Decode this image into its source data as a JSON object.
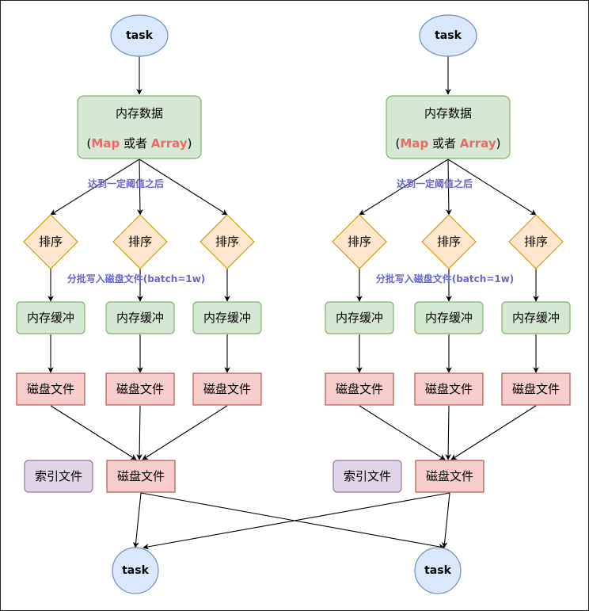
{
  "nodes": {
    "task_source": "task",
    "task_target": "task",
    "memory_data_title": "内存数据",
    "memory_data_paren_open": "(",
    "memory_data_map": "Map",
    "memory_data_or": " 或者 ",
    "memory_data_array": "Array",
    "memory_data_paren_close": ")",
    "sort": "排序",
    "memory_buffer": "内存缓冲",
    "disk_file": "磁盘文件",
    "index_file": "索引文件"
  },
  "edge_labels": {
    "threshold": "达到一定阈值之后",
    "batch_write": "分批写入磁盘文件(batch=1w)"
  },
  "colors": {
    "task_fill": "#dae8fc",
    "task_stroke": "#6c8ebf",
    "green_fill": "#d5e8d4",
    "green_stroke": "#82b366",
    "diamond_fill": "#ffe6cc",
    "diamond_stroke": "#d79b00",
    "disk_fill": "#f8cecc",
    "disk_stroke": "#b85450",
    "index_fill": "#e1d5e7",
    "index_stroke": "#9673a6",
    "highlight_text": "#ea6b66",
    "edge_label_text": "#6666cc"
  }
}
